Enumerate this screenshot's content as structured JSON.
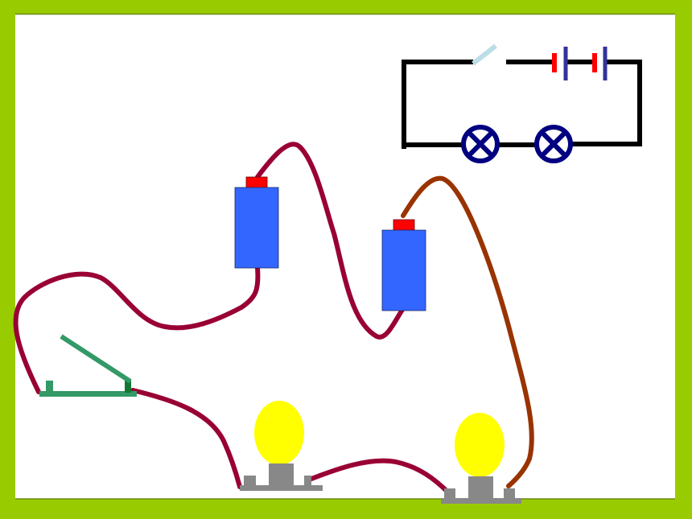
{
  "colors": {
    "frame": "#99cc00",
    "canvas": "#ffffff",
    "red_wire": "#990033",
    "brown_wire": "#993300",
    "battery_body": "#3366ff",
    "battery_terminal": "#ff0000",
    "switch": "#339966",
    "bulb_glass": "#ffff00",
    "bulb_base": "#888888",
    "schematic_line": "#000000",
    "schematic_lamp": "#000080",
    "schematic_battery": "#333399",
    "schematic_switch": "#bbdde6"
  },
  "components": {
    "batteries": 2,
    "bulbs": 2,
    "switches": 1,
    "switch_state": "open"
  },
  "schematic": {
    "batteries": 2,
    "lamps": 2,
    "switch_state": "open"
  }
}
